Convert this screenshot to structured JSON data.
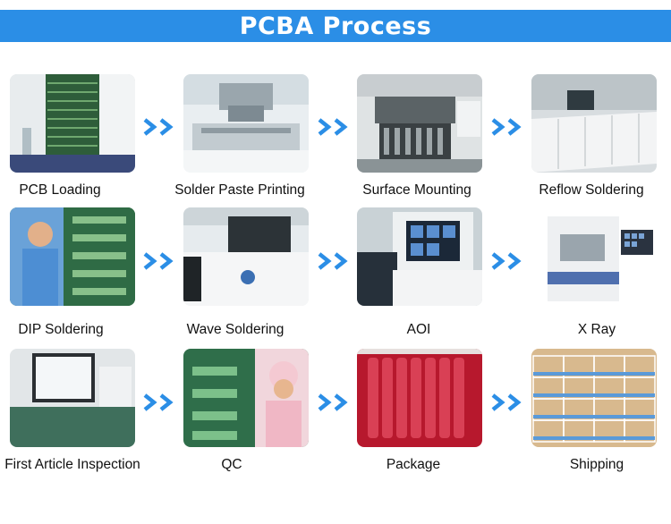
{
  "banner": {
    "title": "PCBA Process"
  },
  "steps": [
    {
      "label": "PCB Loading"
    },
    {
      "label": "Solder Paste Printing"
    },
    {
      "label": "Surface Mounting"
    },
    {
      "label": "Reflow Soldering"
    },
    {
      "label": "DIP Soldering"
    },
    {
      "label": "Wave Soldering"
    },
    {
      "label": "AOI"
    },
    {
      "label": "X Ray"
    },
    {
      "label": "First Article Inspection"
    },
    {
      "label": "QC"
    },
    {
      "label": "Package"
    },
    {
      "label": "Shipping"
    }
  ],
  "colors": {
    "banner": "#2b8ee6",
    "arrow": "#2b8ee6",
    "text": "#111111"
  }
}
